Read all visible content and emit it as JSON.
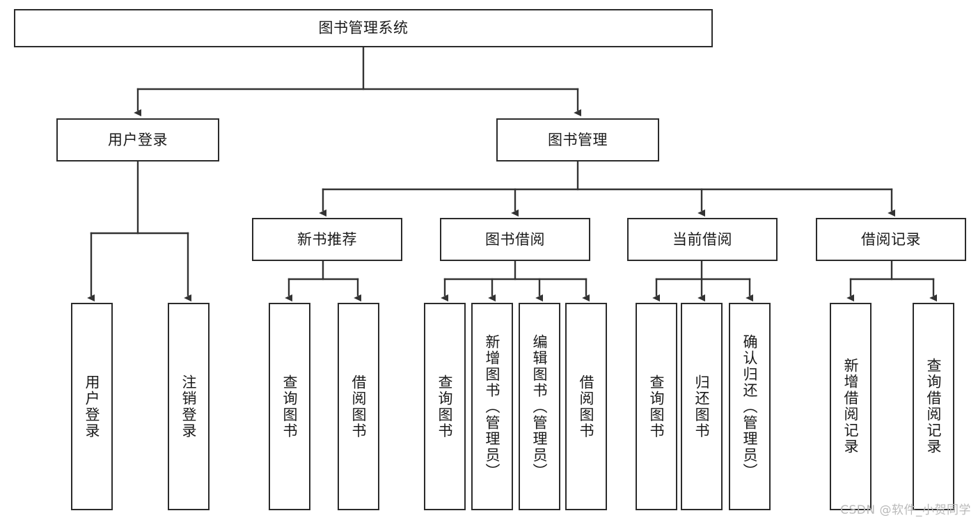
{
  "diagram": {
    "type": "tree",
    "title": "图书管理系统",
    "watermark": "CSDN @软件_小贺同学",
    "colors": {
      "box_border": "#2b2b2b",
      "box_fill": "#ffffff",
      "line": "#333333",
      "text": "#1a1a1a",
      "watermark": "#b9b9b9"
    },
    "levels": {
      "root": {
        "label": "图书管理系统"
      },
      "level2": [
        {
          "label": "用户登录"
        },
        {
          "label": "图书管理"
        }
      ],
      "level3": [
        {
          "label": "新书推荐"
        },
        {
          "label": "图书借阅"
        },
        {
          "label": "当前借阅"
        },
        {
          "label": "借阅记录"
        }
      ],
      "leaves": {
        "user_login": [
          {
            "label": "用户登录"
          },
          {
            "label": "注销登录"
          }
        ],
        "new_book_recommend": [
          {
            "label": "查询图书"
          },
          {
            "label": "借阅图书"
          }
        ],
        "book_borrow": [
          {
            "label": "查询图书"
          },
          {
            "label": "新增图书（管理员）"
          },
          {
            "label": "编辑图书（管理员）"
          },
          {
            "label": "借阅图书"
          }
        ],
        "current_borrow": [
          {
            "label": "查询图书"
          },
          {
            "label": "归还图书"
          },
          {
            "label": "确认归还（管理员）"
          }
        ],
        "borrow_record": [
          {
            "label": "新增借阅记录"
          },
          {
            "label": "查询借阅记录"
          }
        ]
      }
    }
  }
}
